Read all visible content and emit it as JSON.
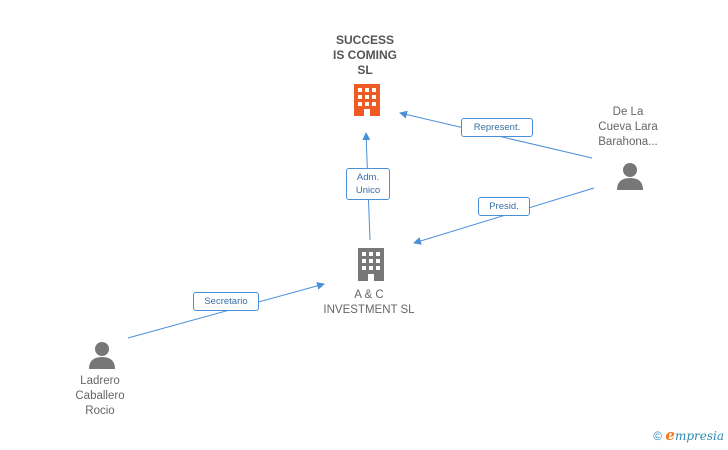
{
  "nodes": {
    "success": "SUCCESS\nIS COMING\nSL",
    "ac_investment": "A & C\nINVESTMENT SL",
    "de_la_cueva": "De La\nCueva Lara\nBarahona...",
    "ladrero": "Ladrero\nCaballero\nRocio"
  },
  "edges": {
    "represent": "Represent.",
    "adm_unico": "Adm.\nUnico",
    "presid": "Presid.",
    "secretario": "Secretario"
  },
  "footer": {
    "copyright": "©",
    "brand_initial": "e",
    "brand_rest": "mpresia"
  },
  "colors": {
    "edge": "#4a90d9",
    "main_company": "#f05a23",
    "company": "#777777",
    "person": "#777777"
  }
}
